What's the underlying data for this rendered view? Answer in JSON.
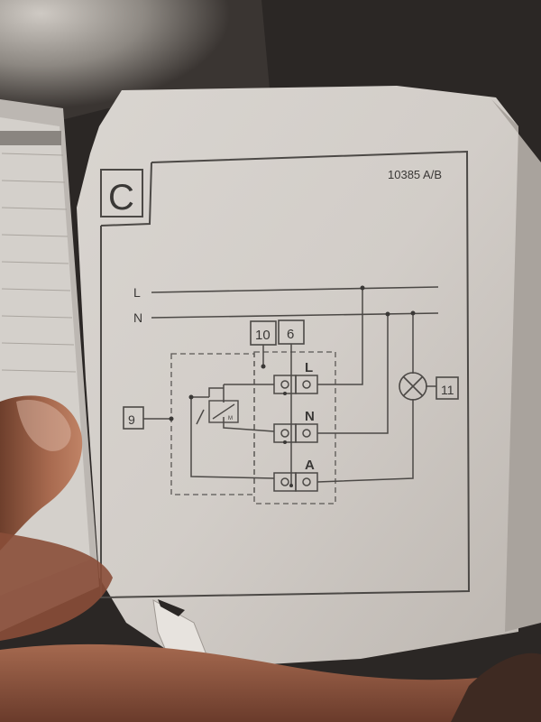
{
  "panel": {
    "letter": "C",
    "code": "10385 A/B"
  },
  "lines": {
    "L": "L",
    "N": "N"
  },
  "boxes": {
    "b10": "10",
    "b6": "6",
    "b9": "9",
    "b11": "11"
  },
  "terminals": {
    "L": "L",
    "N": "N",
    "A": "A"
  },
  "component_tag": "M"
}
